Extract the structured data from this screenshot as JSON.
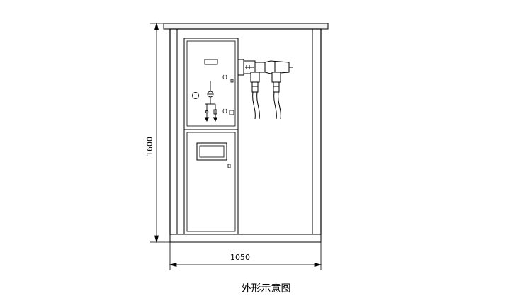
{
  "drawing": {
    "dim_width": "1050",
    "dim_height": "1600",
    "caption": "外形示意图"
  }
}
